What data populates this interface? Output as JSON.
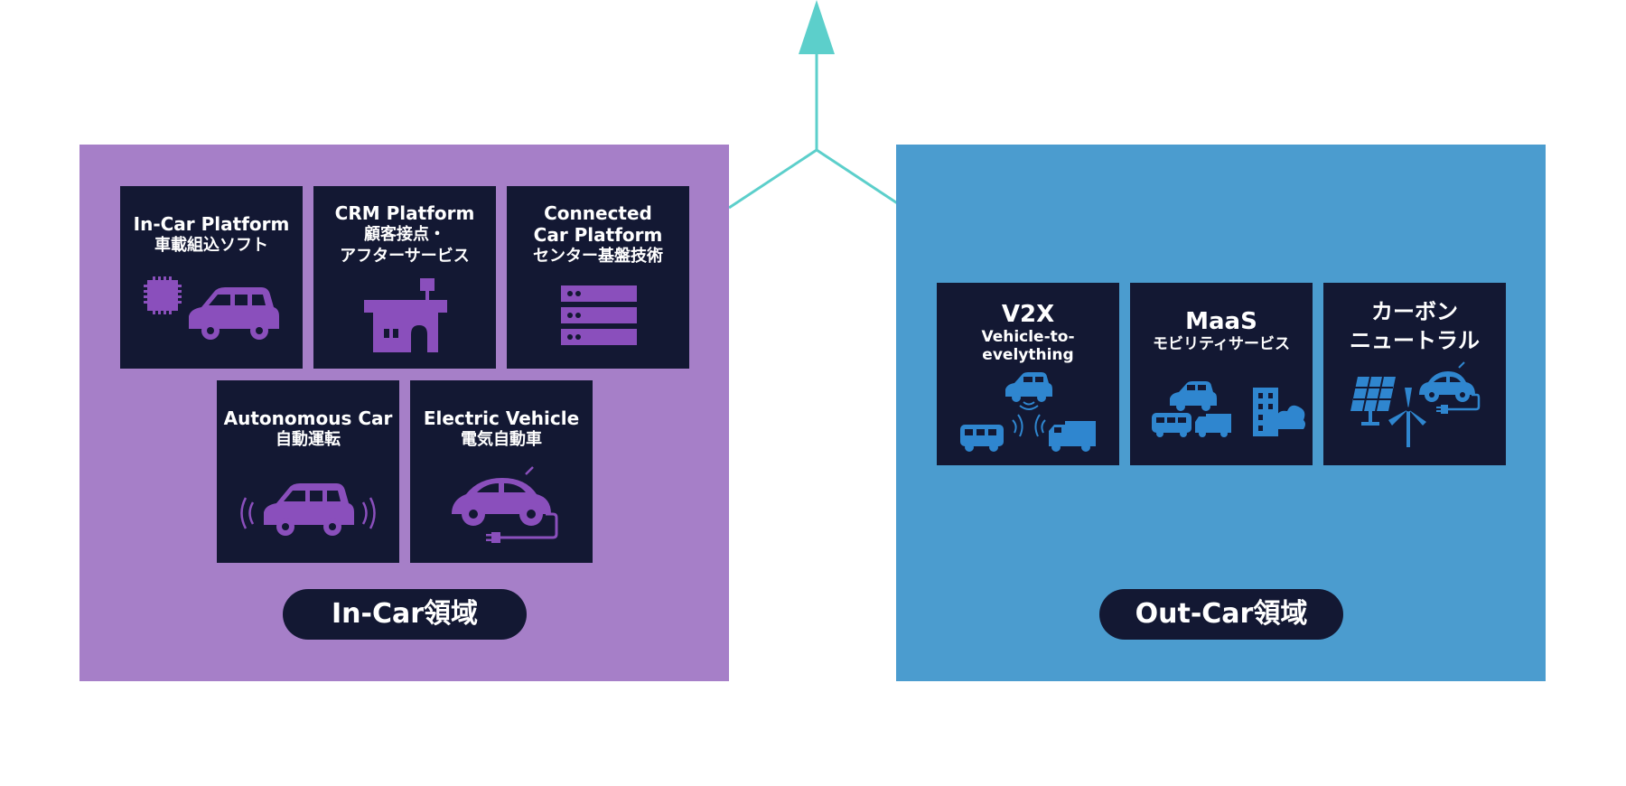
{
  "colors": {
    "incar_panel": "#a67fc8",
    "outcar_panel": "#4b9ccf",
    "tile_bg": "#131833",
    "incar_icon": "#8a4fbc",
    "outcar_icon": "#2f86cf",
    "connector": "#5ccfcb"
  },
  "incar": {
    "label": "In-Car領域",
    "tiles": [
      {
        "title": "In-Car Platform",
        "sub": "車載組込ソフト",
        "icon": "chip-car-icon"
      },
      {
        "title": "CRM Platform",
        "sub": "顧客接点・",
        "sub2": "アフターサービス",
        "icon": "dealer-building-icon"
      },
      {
        "title": "Connected",
        "sub": "Car Platform",
        "sub2": "センター基盤技術",
        "icon": "server-rack-icon"
      },
      {
        "title": "Autonomous Car",
        "sub": "自動運転",
        "icon": "autonomous-car-icon"
      },
      {
        "title": "Electric Vehicle",
        "sub": "電気自動車",
        "icon": "ev-charging-icon"
      }
    ]
  },
  "outcar": {
    "label": "Out-Car領域",
    "tiles": [
      {
        "title": "V2X",
        "sub": "Vehicle-to-",
        "sub2": "evelything",
        "icon": "v2x-vehicles-icon"
      },
      {
        "title": "MaaS",
        "sub": "モビリティサービス",
        "icon": "mobility-city-icon"
      },
      {
        "title": "カーボン",
        "sub": "ニュートラル",
        "icon": "renewable-energy-icon"
      }
    ]
  }
}
